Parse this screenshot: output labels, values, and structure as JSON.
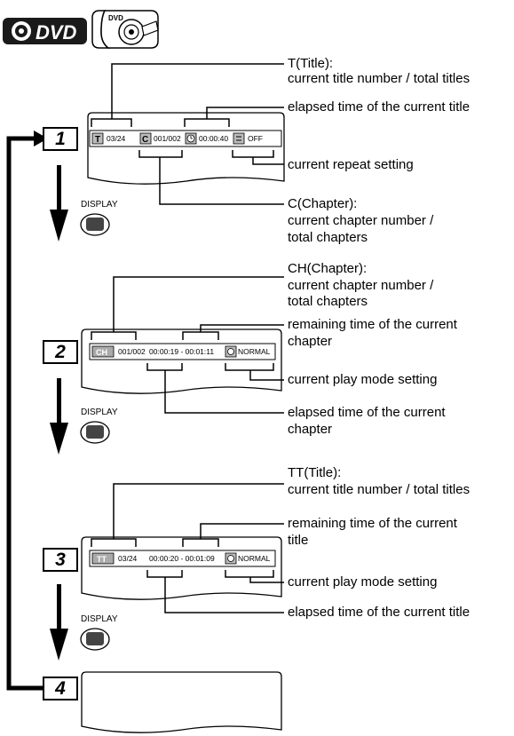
{
  "header": {
    "dvd_badge": "DVD",
    "disc_icon_text": "DVD"
  },
  "button_label": "DISPLAY",
  "steps": {
    "step1": {
      "number": "1",
      "osd": {
        "title": "03/24",
        "chapter": "001/002",
        "time": "00:00:40",
        "repeat": "OFF"
      },
      "annotations": {
        "title_head": "T(Title):",
        "title_body": "current title number / total titles",
        "elapsed": "elapsed time of the current title",
        "repeat": "current repeat setting",
        "chapter_head": "C(Chapter):",
        "chapter_body1": "current chapter number /",
        "chapter_body2": "total chapters"
      }
    },
    "step2": {
      "number": "2",
      "osd": {
        "icon": "CH",
        "chapter": "001/002",
        "time": "00:00:19 - 00:01:11",
        "mode": "NORMAL"
      },
      "annotations": {
        "chapter_head": "CH(Chapter):",
        "chapter_body1": "current chapter number /",
        "chapter_body2": "total chapters",
        "remaining1": "remaining time of the current",
        "remaining2": "chapter",
        "playmode": "current play mode setting",
        "elapsed1": "elapsed time of the current",
        "elapsed2": "chapter"
      }
    },
    "step3": {
      "number": "3",
      "osd": {
        "icon": "TT",
        "title": "03/24",
        "time": "00:00:20 - 00:01:09",
        "mode": "NORMAL"
      },
      "annotations": {
        "title_head": "TT(Title):",
        "title_body": "current title number / total titles",
        "remaining1": "remaining time of the current",
        "remaining2": "title",
        "playmode": "current play mode setting",
        "elapsed": "elapsed time of the current title"
      }
    },
    "step4": {
      "number": "4"
    }
  }
}
